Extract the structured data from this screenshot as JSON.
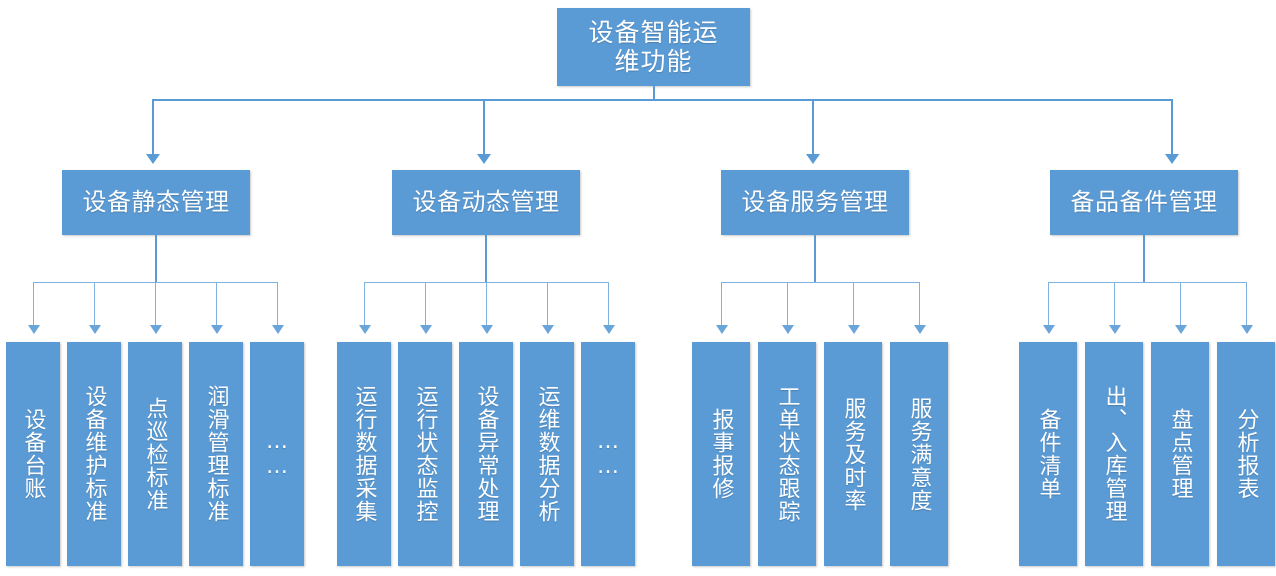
{
  "diagram": {
    "title": "设备智能运维功能",
    "colors": {
      "node_fill": "#5B9BD5",
      "connector": "#5B9BD5",
      "connector_light": "#7FB2E0",
      "text": "#FFFFFF",
      "background": "#FFFFFF"
    },
    "root": {
      "label": "设备智能运维功能"
    },
    "branches": [
      {
        "label": "设备静态管理",
        "leaves": [
          {
            "label": "设备台账"
          },
          {
            "label": "设备维护标准"
          },
          {
            "label": "点巡检标准"
          },
          {
            "label": "润滑管理标准"
          },
          {
            "label": "……"
          }
        ]
      },
      {
        "label": "设备动态管理",
        "leaves": [
          {
            "label": "运行数据采集"
          },
          {
            "label": "运行状态监控"
          },
          {
            "label": "设备异常处理"
          },
          {
            "label": "运维数据分析"
          },
          {
            "label": "……"
          }
        ]
      },
      {
        "label": "设备服务管理",
        "leaves": [
          {
            "label": "报事报修"
          },
          {
            "label": "工单状态跟踪"
          },
          {
            "label": "服务及时率"
          },
          {
            "label": "服务满意度"
          }
        ]
      },
      {
        "label": "备品备件管理",
        "leaves": [
          {
            "label": "备件清单"
          },
          {
            "label": "出、入库管理"
          },
          {
            "label": "盘点管理"
          },
          {
            "label": "分析报表"
          }
        ]
      }
    ]
  }
}
